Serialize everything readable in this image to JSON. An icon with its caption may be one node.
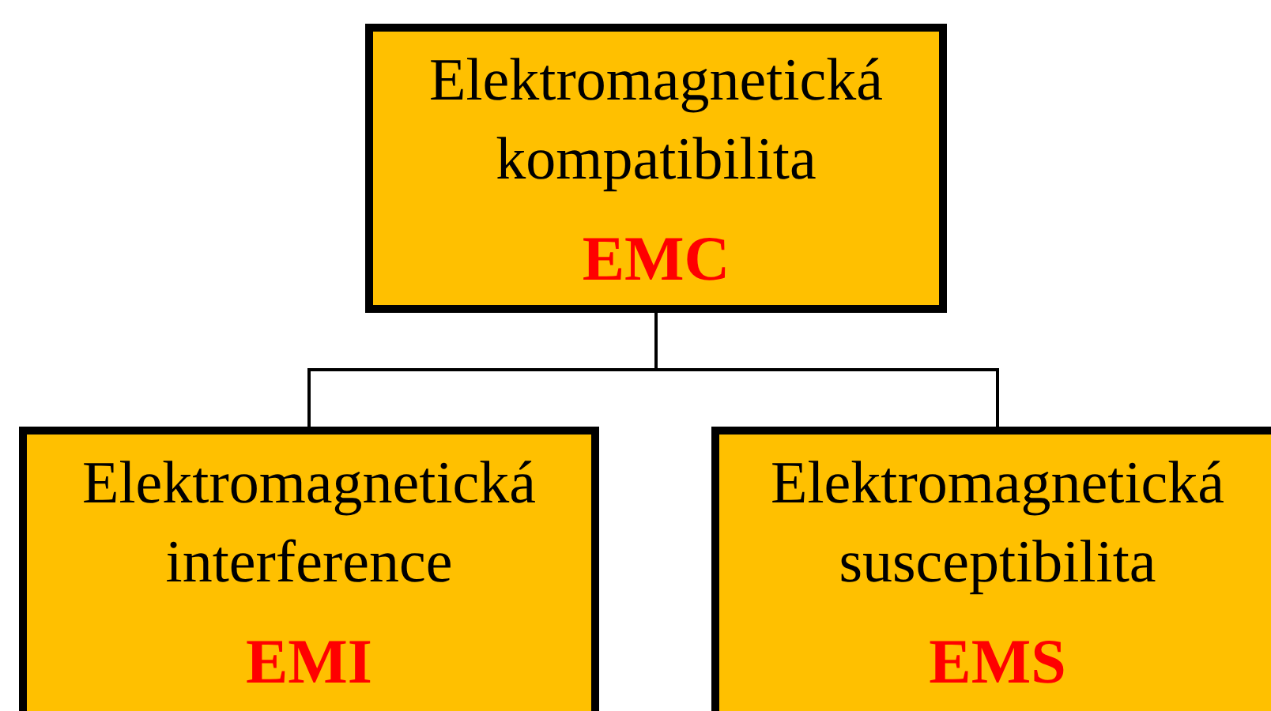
{
  "diagram": {
    "nodes": [
      {
        "text": [
          "Elektromagnetická kompatibilita",
          "EMC"
        ]
      },
      {
        "text": [
          "Elektromagnetická interference",
          "EMI"
        ]
      },
      {
        "text": [
          "Elektromagnetická susceptibilita",
          "EMS"
        ]
      }
    ],
    "edges": [
      {
        "from": 0,
        "to": 1,
        "arrow": "none"
      },
      {
        "from": 0,
        "to": 2,
        "arrow": "none"
      }
    ]
  }
}
